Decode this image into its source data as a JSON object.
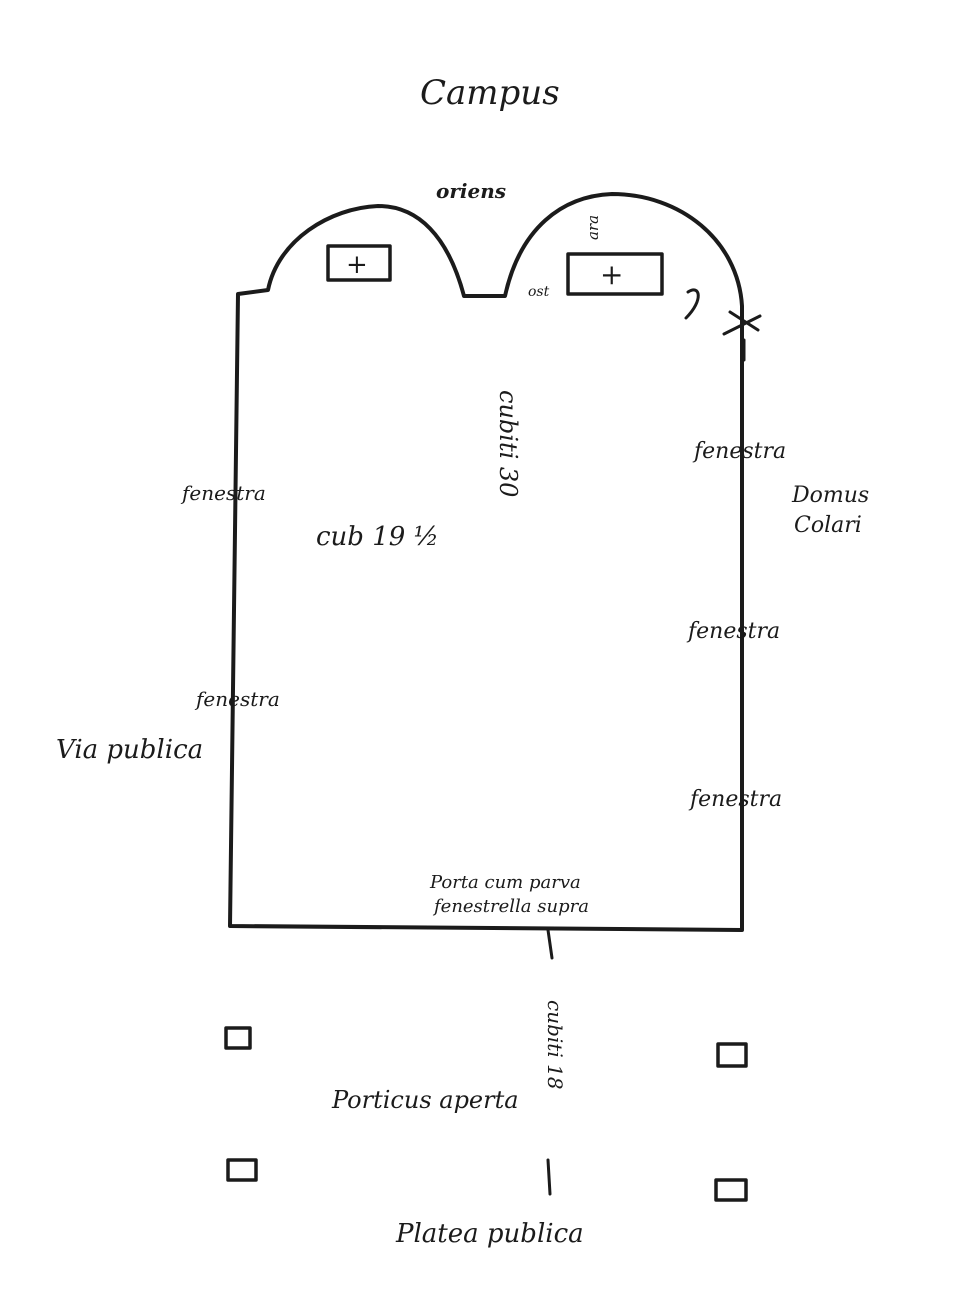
{
  "title": "Campus",
  "east_label": "oriens",
  "apse_note": "ara",
  "door_note": "ost",
  "nave_length": "cubiti 30",
  "nave_width": "cub 19 ½",
  "window_label": "fenestra",
  "neighbor_label": [
    "Domus",
    "Colari"
  ],
  "street_label": "Via publica",
  "entrance_note": [
    "Porta cum parva",
    "fenestrella supra"
  ],
  "portico_length": "cubiti 18",
  "portico_label": "Porticus aperta",
  "square_label": "Platea publica",
  "altar_symbol": "+"
}
